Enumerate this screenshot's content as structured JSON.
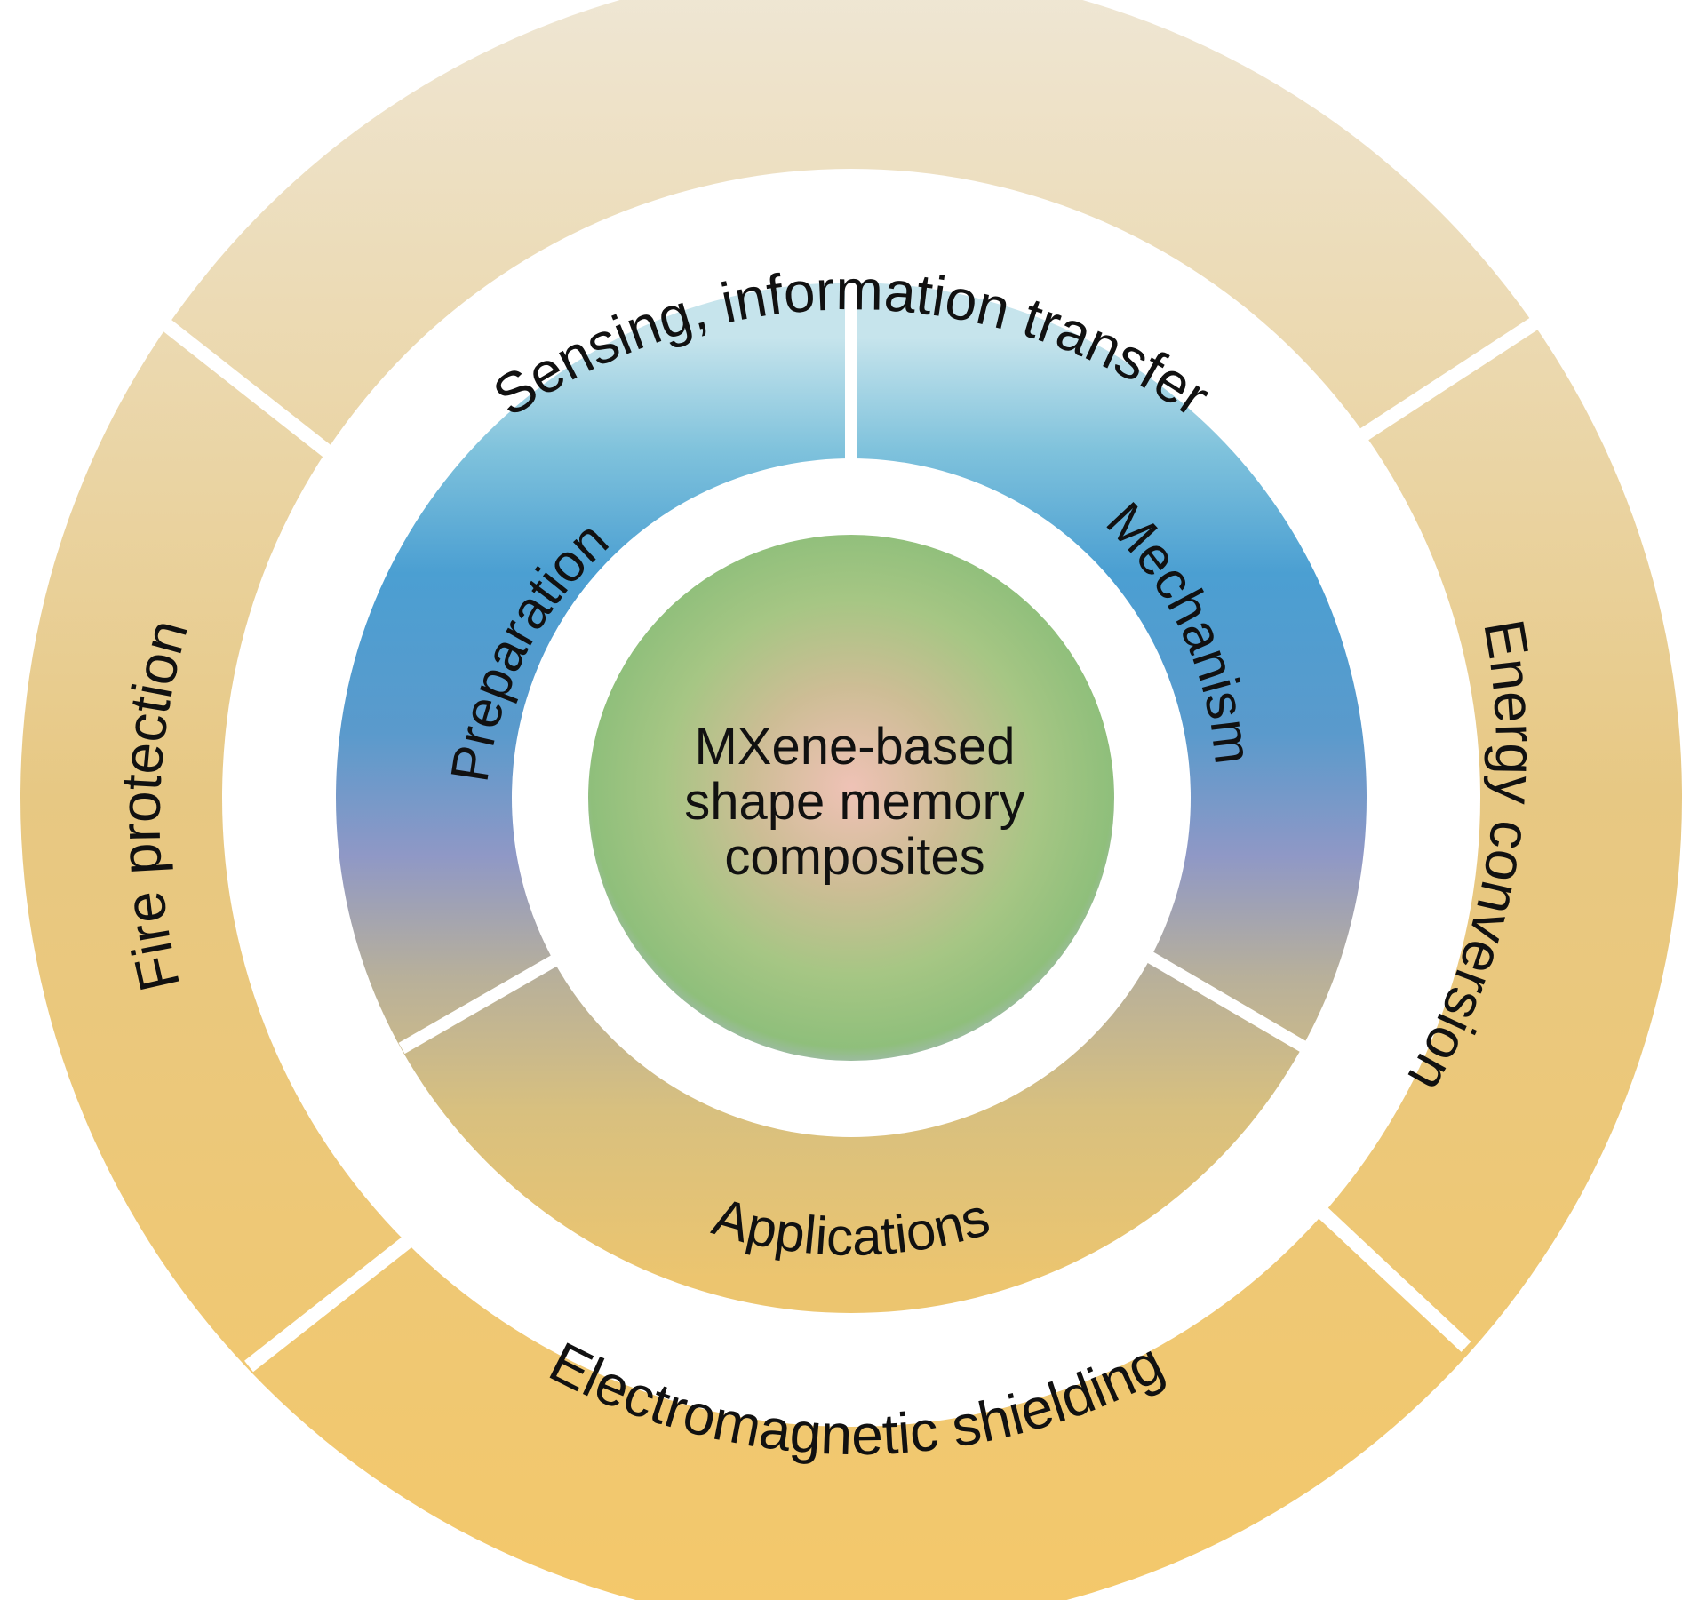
{
  "center": {
    "lines": [
      "MXene-based",
      "shape memory",
      "composites"
    ]
  },
  "inner_ring": {
    "preparation": "Preparation",
    "mechanism": "Mechanism",
    "applications": "Applications"
  },
  "outer_ring": {
    "sensing": "Sensing, information transfer",
    "energy": "Energy conversion",
    "shielding": "Electromagnetic shielding",
    "fire": "Fire protection"
  },
  "colors": {
    "outer_top": "#efe6d3",
    "outer_bottom": "#f2c96a",
    "inner_blue_top": "#b9dde9",
    "inner_blue_mid": "#4b9fd1",
    "inner_purple": "#8c98c8",
    "inner_tan": "#c8b78a",
    "core_green": "#8fc07a",
    "core_pink": "#e6b7a8",
    "divider": "#ffffff"
  }
}
